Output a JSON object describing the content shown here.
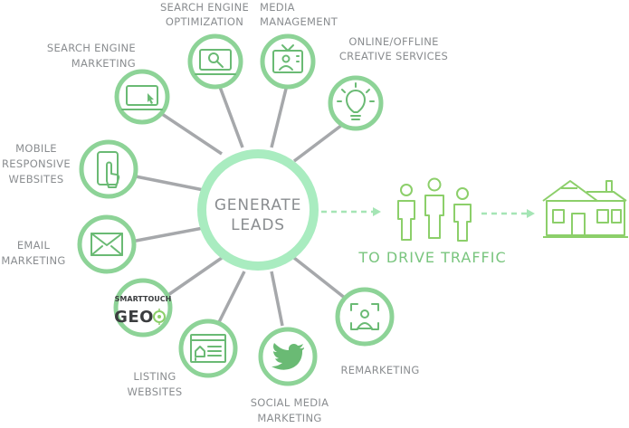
{
  "hub": {
    "line1": "GENERATE",
    "line2": "LEADS"
  },
  "services": [
    {
      "id": "sem",
      "lines": [
        "SEARCH ENGINE",
        "MARKETING"
      ],
      "icon": "laptop-cursor-icon"
    },
    {
      "id": "seo",
      "lines": [
        "SEARCH ENGINE",
        "OPTIMIZATION"
      ],
      "icon": "laptop-magnifier-icon"
    },
    {
      "id": "media",
      "lines": [
        "MEDIA",
        "MANAGEMENT"
      ],
      "icon": "tv-person-icon"
    },
    {
      "id": "creative",
      "lines": [
        "ONLINE/OFFLINE",
        "CREATIVE SERVICES"
      ],
      "icon": "lightbulb-icon"
    },
    {
      "id": "mobile",
      "lines": [
        "MOBILE",
        "RESPONSIVE",
        "WEBSITES"
      ],
      "icon": "phone-touch-icon"
    },
    {
      "id": "email",
      "lines": [
        "EMAIL",
        "MARKETING"
      ],
      "icon": "envelope-icon"
    },
    {
      "id": "geo",
      "lines": [],
      "icon": "smarttouch-geo-logo"
    },
    {
      "id": "listing",
      "lines": [
        "LISTING",
        "WEBSITES"
      ],
      "icon": "listing-page-icon"
    },
    {
      "id": "social",
      "lines": [
        "SOCIAL MEDIA",
        "MARKETING"
      ],
      "icon": "twitter-bird-icon"
    },
    {
      "id": "remarketing",
      "lines": [
        "REMARKETING"
      ],
      "icon": "remarketing-person-icon"
    }
  ],
  "geo_logo": {
    "top": "SMARTTOUCH",
    "bottom": "GEO"
  },
  "traffic_label": "TO DRIVE TRAFFIC",
  "colors": {
    "ring": "#8dd397",
    "hub_ring": "#a9ecc0",
    "spoke": "#a6a8ab",
    "text": "#8a8d90",
    "accent": "#79c57e"
  }
}
